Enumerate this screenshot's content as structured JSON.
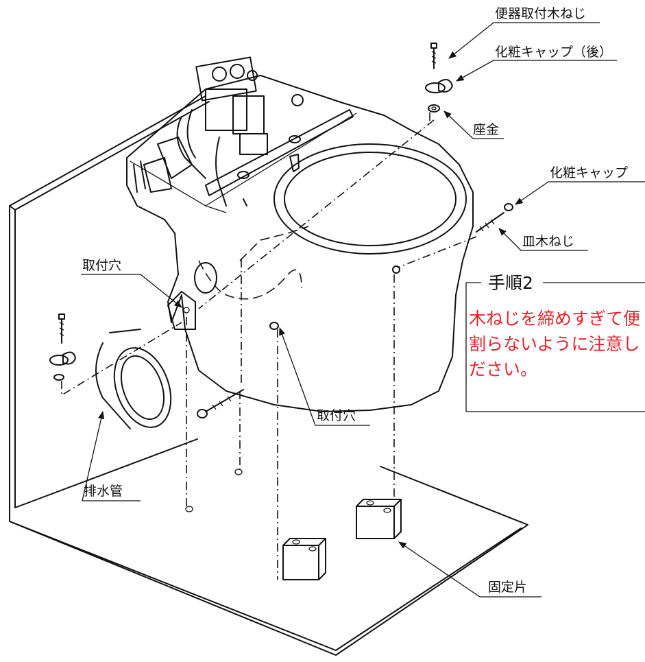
{
  "labels": {
    "toilet_wood_screw": "便器取付木ねじ",
    "cap_rear": "化粧キャップ（後）",
    "washer": "座金",
    "cap_front": "化粧キャップ",
    "dish_wood_screw": "皿木ねじ",
    "mount_hole_left": "取付穴",
    "mount_hole_center": "取付穴",
    "drain_pipe": "排水管",
    "fixing_block": "固定片"
  },
  "step_box": {
    "title": "手順2",
    "warning_line1": "木ねじを締めすぎて便",
    "warning_line2": "割らないように注意し",
    "warning_line3": "ださい。"
  },
  "colors": {
    "warning_text": "#e8202a",
    "ink": "#111111"
  }
}
